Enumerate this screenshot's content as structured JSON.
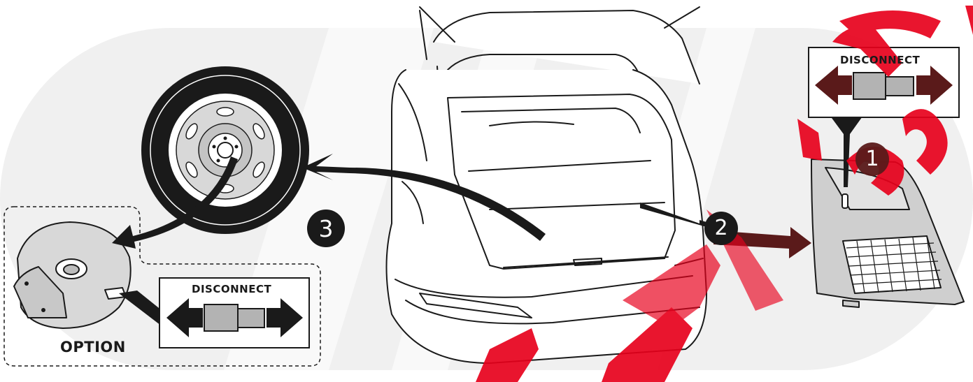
{
  "labels": {
    "disconnect_top": "DISCONNECT",
    "disconnect_left": "DISCONNECT",
    "option": "OPTION"
  },
  "steps": [
    "1",
    "2",
    "3"
  ],
  "colors": {
    "background": "#ffffff",
    "band": "#f0f0f0",
    "line": "#1a1a1a",
    "arrow_dark": "#2b2b2b",
    "arrow_red_dark": "#5a1a1a",
    "connector_grey": "#b3b3b3",
    "watermark_red": "#e8001c",
    "panel_grey": "#cfcfcf"
  },
  "icons": [
    "spare-wheel-icon",
    "car-trunk-icon",
    "trim-panel-icon",
    "subwoofer-icon",
    "connector-icon",
    "arrow-icon"
  ]
}
